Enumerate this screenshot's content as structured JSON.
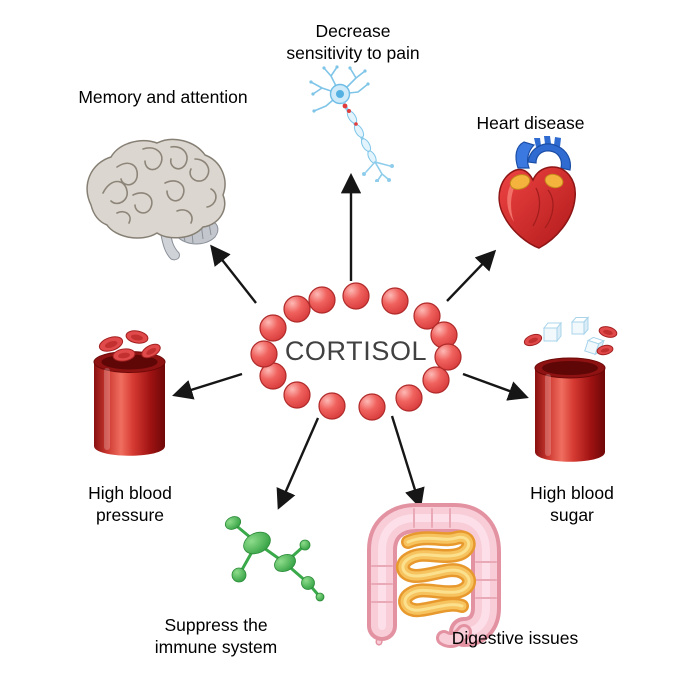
{
  "center": {
    "label": "CORTISOL"
  },
  "labels": {
    "memory": {
      "lines": [
        "Memory and attention"
      ]
    },
    "pain": {
      "lines": [
        "Decrease",
        "sensitivity to pain"
      ]
    },
    "heart": {
      "lines": [
        "Heart disease"
      ]
    },
    "pressure": {
      "lines": [
        "High blood",
        "pressure"
      ]
    },
    "sugar": {
      "lines": [
        "High blood",
        "sugar"
      ]
    },
    "immune": {
      "lines": [
        "Suppress the",
        "immune system"
      ]
    },
    "digestive": {
      "lines": [
        "Digestive issues"
      ]
    }
  },
  "icons": {
    "brain-icon": "human brain (memory and attention)",
    "neuron-icon": "nerve cell (pain sensitivity)",
    "heart-icon": "human heart (heart disease)",
    "blood-pressure-icon": "blood vessel with red blood cells",
    "blood-sugar-icon": "blood vessel with sugar cubes and red blood cells",
    "immune-icon": "green molecule chain (immune system)",
    "intestine-icon": "intestines (digestive issues)"
  },
  "colors": {
    "cortisol_cell": "#ef5a55",
    "arrow": "#161616",
    "text": "#000000",
    "immune_green": "#3aa94a",
    "vessel_red": "#b01717",
    "neuron_blue": "#7fc5e8",
    "heart_red": "#d93434",
    "heart_blue": "#2f6bd0",
    "intestine_pink": "#f3b6c4",
    "intestine_orange": "#f2a93c"
  }
}
